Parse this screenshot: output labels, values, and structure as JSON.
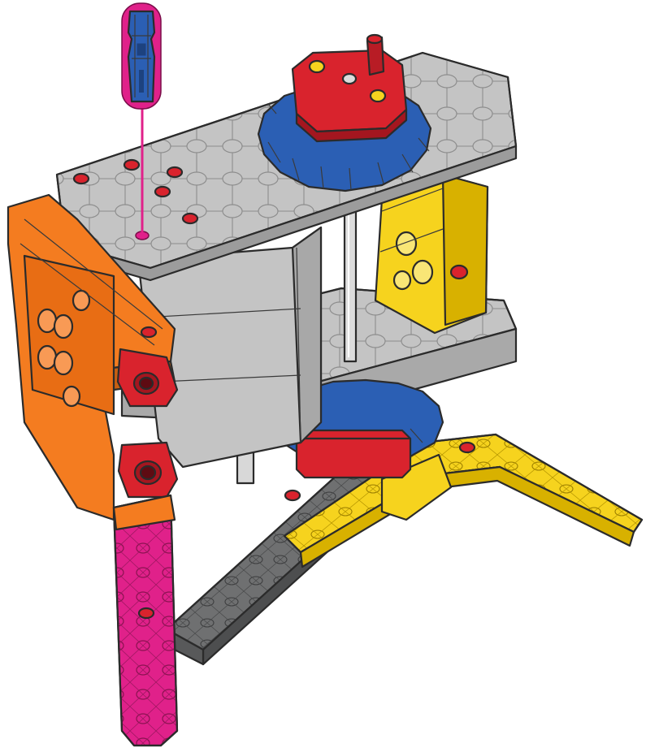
{
  "figure": {
    "kind": "assembly-instruction-illustration",
    "colors": {
      "red": "#d9232d",
      "blue": "#2b5fb4",
      "gray": "#c4c4c4",
      "dark_gray": "#6f7071",
      "yellow": "#f6d31e",
      "orange": "#f47c20",
      "magenta": "#e0218a",
      "white": "#ffffff",
      "outline": "#2b2b2b"
    },
    "parts": [
      {
        "name": "screwdriver-tool",
        "color": "blue"
      },
      {
        "name": "insertion-guide-line",
        "color": "magenta"
      },
      {
        "name": "top-gray-plate",
        "color": "gray"
      },
      {
        "name": "bottom-gray-plate",
        "color": "gray"
      },
      {
        "name": "motor-body",
        "color": "gray"
      },
      {
        "name": "top-red-hub",
        "color": "red"
      },
      {
        "name": "top-blue-gear",
        "color": "blue"
      },
      {
        "name": "bottom-blue-gear",
        "color": "blue"
      },
      {
        "name": "bottom-red-hub",
        "color": "red"
      },
      {
        "name": "metal-axle",
        "color": "gray"
      },
      {
        "name": "yellow-standoff",
        "color": "yellow"
      },
      {
        "name": "yellow-leg-beam",
        "color": "yellow"
      },
      {
        "name": "orange-frame",
        "color": "orange"
      },
      {
        "name": "red-corner-connectors",
        "color": "red"
      },
      {
        "name": "dark-gray-beam",
        "color": "dark_gray"
      },
      {
        "name": "magenta-beam",
        "color": "magenta"
      }
    ]
  }
}
